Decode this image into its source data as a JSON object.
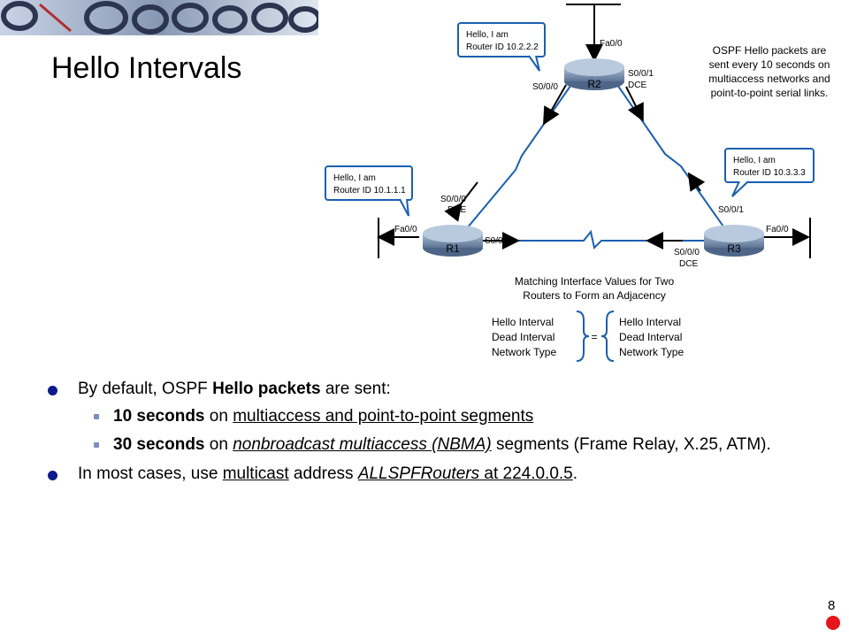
{
  "slide": {
    "title": "Hello Intervals",
    "page_number": "8"
  },
  "diagram": {
    "callout_r2": [
      "Hello, I am",
      "Router ID 10.2.2.2"
    ],
    "callout_r1": [
      "Hello, I am",
      "Router ID 10.1.1.1"
    ],
    "callout_r3": [
      "Hello, I am",
      "Router ID 10.3.3.3"
    ],
    "note": [
      "OSPF Hello packets are",
      "sent every 10 seconds on",
      "multiaccess networks and",
      "point-to-point serial links."
    ],
    "routers": {
      "r1": "R1",
      "r2": "R2",
      "r3": "R3"
    },
    "interfaces": {
      "r2_fa": "Fa0/0",
      "r2_s000": "S0/0/0",
      "r2_s001": "S0/0/1",
      "r2_dce": "DCE",
      "r1_s000": "S0/0/0",
      "r1_dce": "DCE",
      "r1_fa": "Fa0/0",
      "r1_s001": "S0/0/1",
      "r3_s001": "S0/0/1",
      "r3_fa": "Fa0/0",
      "r3_s000": "S0/0/0",
      "r3_dce": "DCE"
    },
    "matching_title": [
      "Matching Interface Values for Two",
      "Routers to Form an Adjacency"
    ],
    "left_values": [
      "Hello Interval",
      "Dead Interval",
      "Network Type"
    ],
    "equals": "=",
    "right_values": [
      "Hello Interval",
      "Dead Interval",
      "Network Type"
    ]
  },
  "bullets": {
    "b1": {
      "prefix": "By default, OSPF ",
      "bold": "Hello packets",
      "suffix": " are sent:"
    },
    "b1a": {
      "bold": "10 seconds",
      "mid": " on ",
      "underline": "multiaccess and point-to-point segments"
    },
    "b1b": {
      "bold": "30 seconds",
      "mid": " on ",
      "underline_italic": "nonbroadcast multiaccess (NBMA)",
      "suffix": " segments (Frame Relay, X.25, ATM)."
    },
    "b2": {
      "prefix": "In most cases, use ",
      "underline": "multicast",
      "mid": " address ",
      "underline_italic": "ALLSPFRouters",
      "underline2": " at 224.0.0.5",
      "end": "."
    }
  }
}
